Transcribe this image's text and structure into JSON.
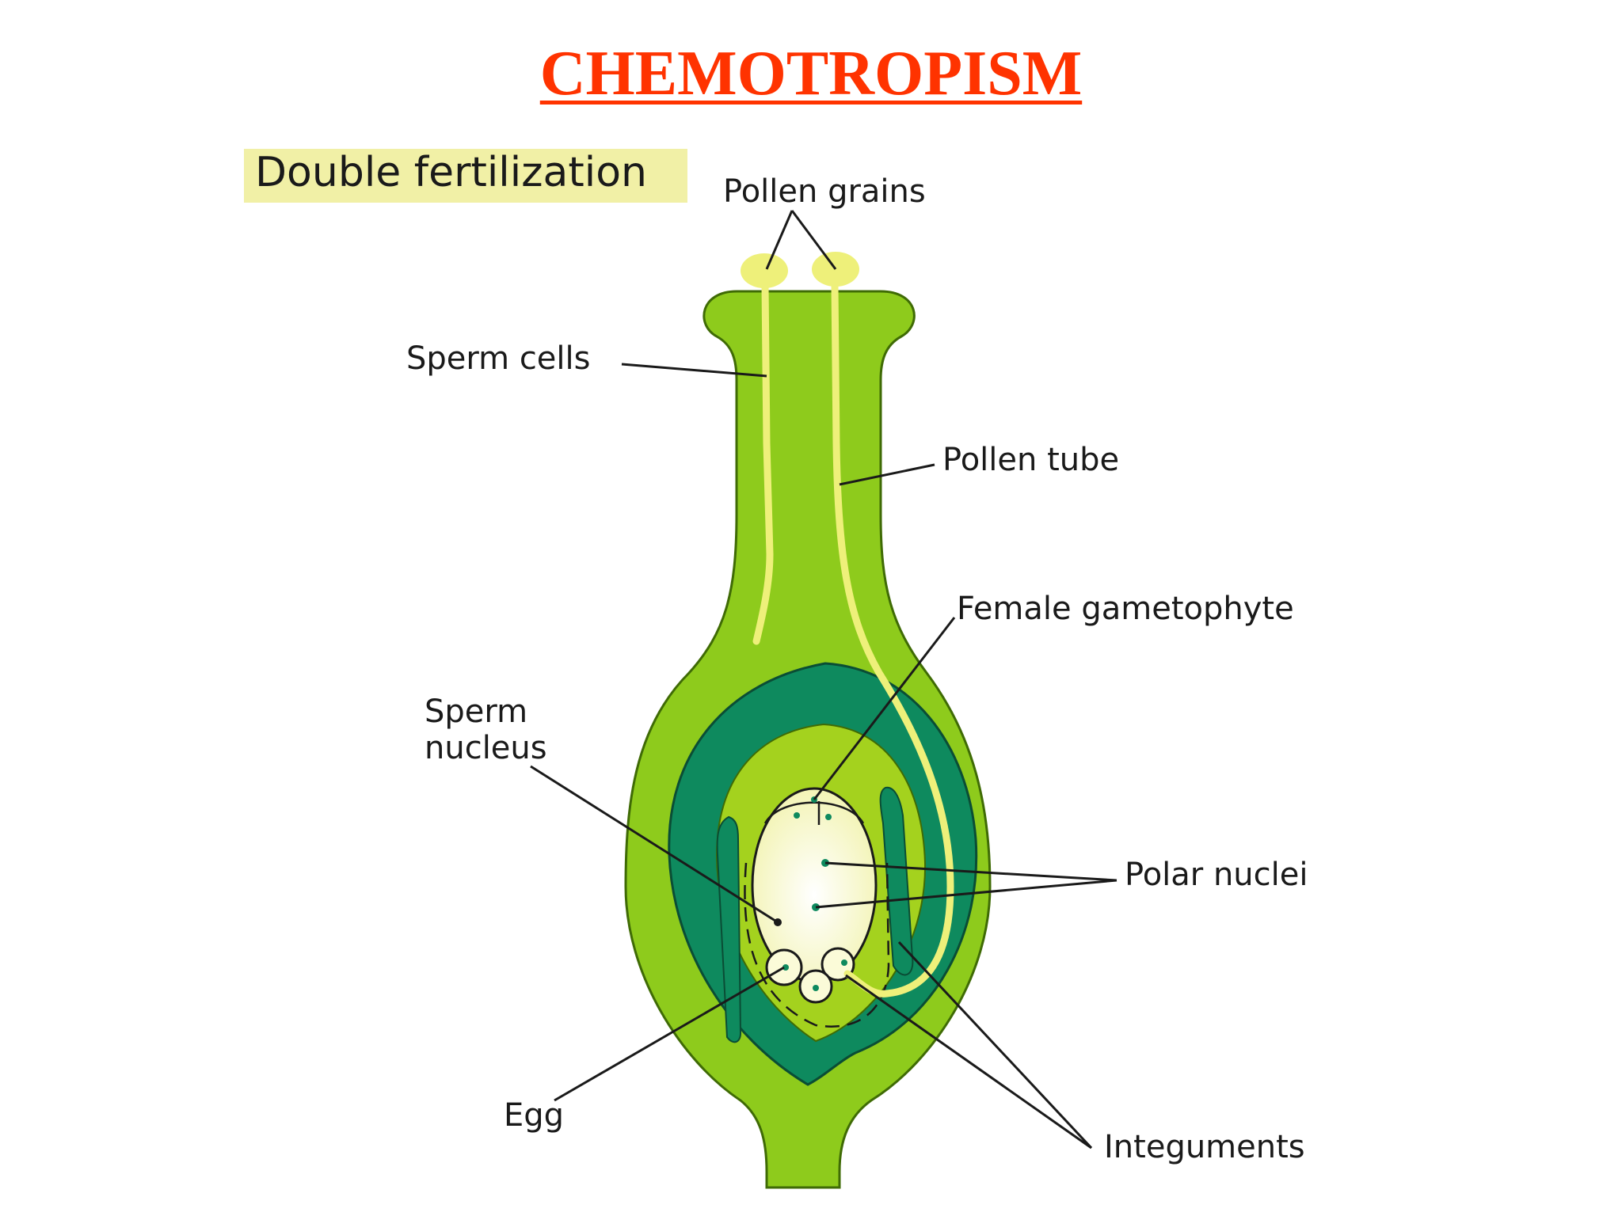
{
  "page": {
    "title": "CHEMOTROPISM",
    "title_color": "#ff3300"
  },
  "diagram": {
    "heading": "Double fertilization",
    "heading_bg": "#f1f0a6",
    "colors": {
      "style_green": "#8ecb1c",
      "integument_dark": "#0e8a5e",
      "pollen_tube": "#eef07a",
      "gametophyte": "#fbfbd8",
      "nuclei": "#0e8a5e"
    },
    "labels": {
      "pollen_grains": "Pollen grains",
      "sperm_cells": "Sperm cells",
      "pollen_tube": "Pollen tube",
      "female_gametophyte": "Female gametophyte",
      "sperm_nucleus_line1": "Sperm",
      "sperm_nucleus_line2": "nucleus",
      "polar_nuclei": "Polar nuclei",
      "egg": "Egg",
      "integuments": "Integuments"
    }
  }
}
